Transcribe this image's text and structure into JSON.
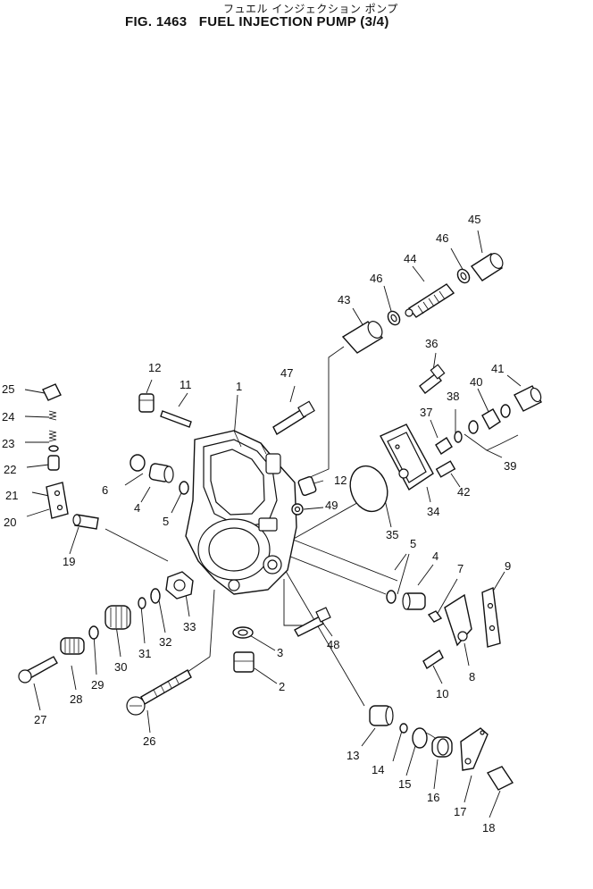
{
  "header": {
    "japanese_title": "フュエル インジェクション ポンプ",
    "figure_title": "FIG. 1463   FUEL INJECTION PUMP (3/4)"
  },
  "callouts": [
    {
      "id": "c1",
      "label": "1"
    },
    {
      "id": "c2",
      "label": "2"
    },
    {
      "id": "c3",
      "label": "3"
    },
    {
      "id": "c4a",
      "label": "4"
    },
    {
      "id": "c4b",
      "label": "4"
    },
    {
      "id": "c5a",
      "label": "5"
    },
    {
      "id": "c5b",
      "label": "5"
    },
    {
      "id": "c6",
      "label": "6"
    },
    {
      "id": "c7",
      "label": "7"
    },
    {
      "id": "c8",
      "label": "8"
    },
    {
      "id": "c9",
      "label": "9"
    },
    {
      "id": "c10",
      "label": "10"
    },
    {
      "id": "c11",
      "label": "11"
    },
    {
      "id": "c12a",
      "label": "12"
    },
    {
      "id": "c12b",
      "label": "12"
    },
    {
      "id": "c13",
      "label": "13"
    },
    {
      "id": "c14",
      "label": "14"
    },
    {
      "id": "c15",
      "label": "15"
    },
    {
      "id": "c16",
      "label": "16"
    },
    {
      "id": "c17",
      "label": "17"
    },
    {
      "id": "c18",
      "label": "18"
    },
    {
      "id": "c19",
      "label": "19"
    },
    {
      "id": "c20",
      "label": "20"
    },
    {
      "id": "c21",
      "label": "21"
    },
    {
      "id": "c22",
      "label": "22"
    },
    {
      "id": "c23",
      "label": "23"
    },
    {
      "id": "c24",
      "label": "24"
    },
    {
      "id": "c25",
      "label": "25"
    },
    {
      "id": "c26",
      "label": "26"
    },
    {
      "id": "c27",
      "label": "27"
    },
    {
      "id": "c28",
      "label": "28"
    },
    {
      "id": "c29",
      "label": "29"
    },
    {
      "id": "c30",
      "label": "30"
    },
    {
      "id": "c31",
      "label": "31"
    },
    {
      "id": "c32",
      "label": "32"
    },
    {
      "id": "c33",
      "label": "33"
    },
    {
      "id": "c34",
      "label": "34"
    },
    {
      "id": "c35",
      "label": "35"
    },
    {
      "id": "c36",
      "label": "36"
    },
    {
      "id": "c37",
      "label": "37"
    },
    {
      "id": "c38",
      "label": "38"
    },
    {
      "id": "c39",
      "label": "39"
    },
    {
      "id": "c40",
      "label": "40"
    },
    {
      "id": "c41",
      "label": "41"
    },
    {
      "id": "c42",
      "label": "42"
    },
    {
      "id": "c43",
      "label": "43"
    },
    {
      "id": "c44",
      "label": "44"
    },
    {
      "id": "c45",
      "label": "45"
    },
    {
      "id": "c46a",
      "label": "46"
    },
    {
      "id": "c46b",
      "label": "46"
    },
    {
      "id": "c47",
      "label": "47"
    },
    {
      "id": "c48",
      "label": "48"
    },
    {
      "id": "c49",
      "label": "49"
    }
  ]
}
